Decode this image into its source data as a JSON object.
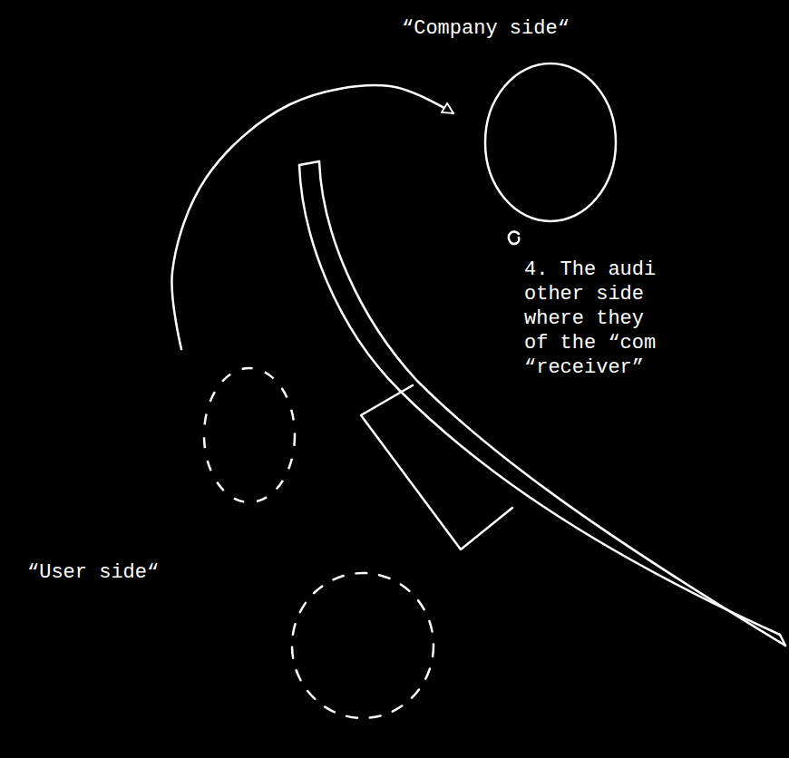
{
  "diagram": {
    "nodes": [
      {
        "text": [
          "“Company side“"
        ]
      },
      {
        "text": [
          "“User side“"
        ]
      }
    ],
    "edges": [
      {
        "from": 1,
        "to": 0,
        "arrow": "to"
      }
    ],
    "labels": [
      "4. The audi other side where they of the “com “receiver”"
    ]
  }
}
